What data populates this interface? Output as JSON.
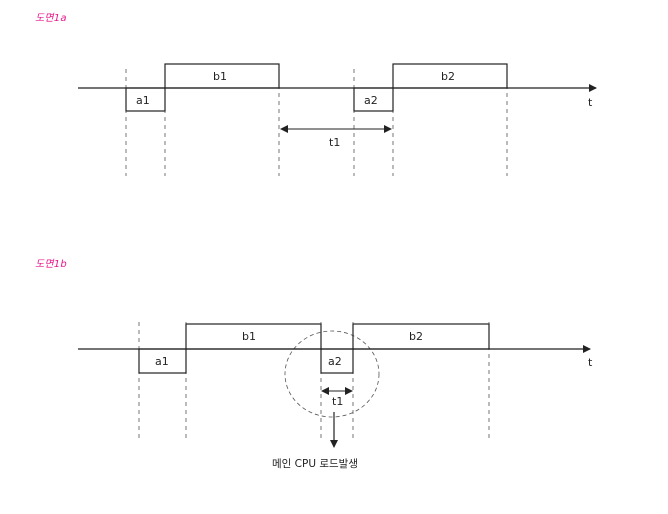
{
  "figure_1a": {
    "label": "도면1a",
    "pulses": {
      "a1": "a1",
      "b1": "b1",
      "a2": "a2",
      "b2": "b2"
    },
    "time_axis": "t",
    "interval": "t1"
  },
  "figure_1b": {
    "label": "도면1b",
    "pulses": {
      "a1": "a1",
      "b1": "b1",
      "a2": "a2",
      "b2": "b2"
    },
    "time_axis": "t",
    "interval": "t1",
    "annotation": "메인 CPU 로드발생"
  }
}
